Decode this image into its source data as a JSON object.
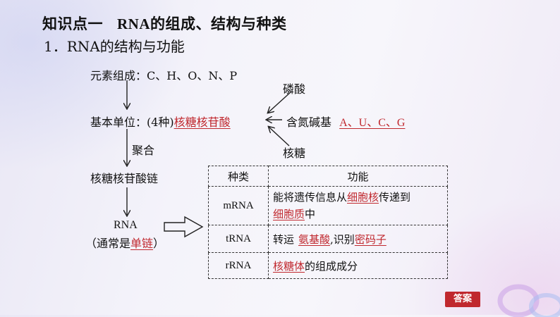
{
  "title": {
    "prefix": "知识点一",
    "main": "RNA的组成、结构与种类"
  },
  "subtitle": "1．RNA的结构与功能",
  "diagram": {
    "elements": "元素组成：C、H、O、N、P",
    "unit_prefix": "基本单位：(4种)",
    "unit_answer": "核糖核苷酸",
    "phosphate": "磷酸",
    "base_label": "含氮碱基",
    "base_answer": "A、U、C、G",
    "ribose": "核糖",
    "polymerize": "聚合",
    "chain": "核糖核苷酸链",
    "rna": "RNA",
    "rna_note_open": "（通常是",
    "rna_note_answer": "单链",
    "rna_note_close": "）"
  },
  "table": {
    "headers": [
      "种类",
      "功能"
    ],
    "mrna": {
      "type": "mRNA",
      "f1": "能将遗传信息从",
      "a1": "细胞核",
      "f2": "传递到",
      "a2": "细胞质",
      "f3": "中"
    },
    "trna": {
      "type": "tRNA",
      "f1": "转运",
      "a1": "氨基酸",
      "f2": ",识别",
      "a2": "密码子"
    },
    "rrna": {
      "type": "rRNA",
      "a1": "核糖体",
      "f1": "的组成成分"
    }
  },
  "answer_button": "答案",
  "colors": {
    "answer_red": "#c0282e"
  }
}
